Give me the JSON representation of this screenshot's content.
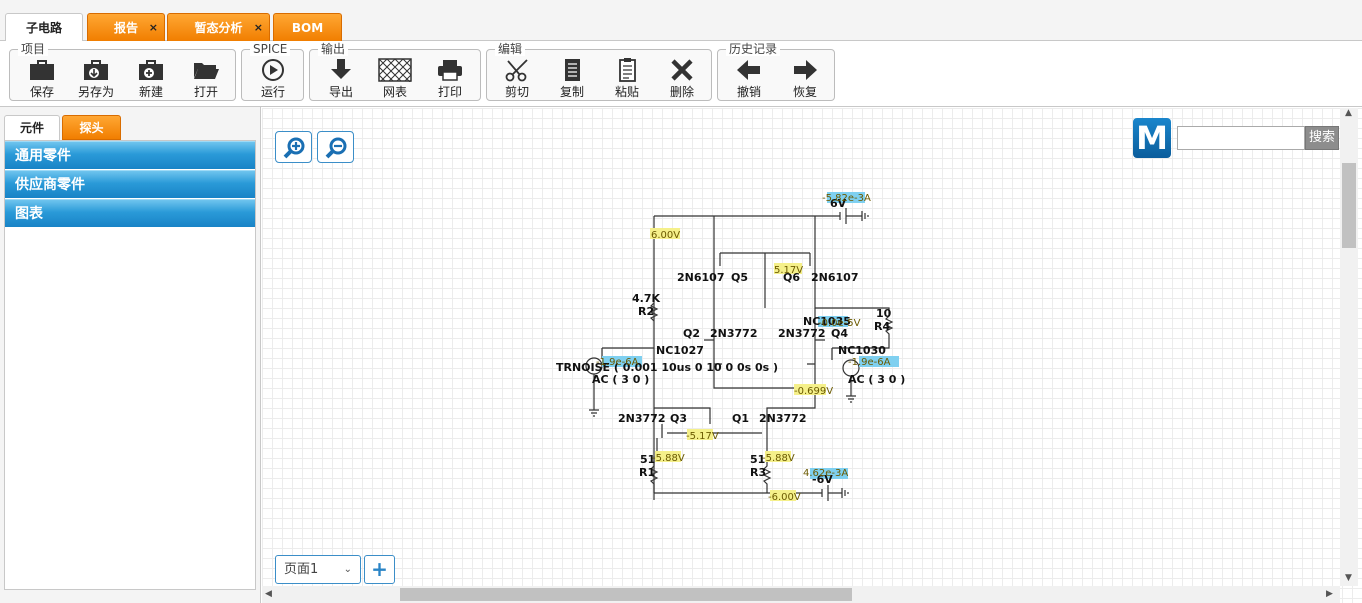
{
  "doc_tabs": {
    "subcircuit": "子电路",
    "report": "报告",
    "transient": "暂态分析",
    "bom": "BOM",
    "close_glyph": "×"
  },
  "toolbar": {
    "project": {
      "title": "项目",
      "save": "保存",
      "save_as": "另存为",
      "new": "新建",
      "open": "打开"
    },
    "spice": {
      "title": "SPICE",
      "run": "运行"
    },
    "output": {
      "title": "输出",
      "export": "导出",
      "netlist": "网表",
      "print": "打印"
    },
    "edit": {
      "title": "编辑",
      "cut": "剪切",
      "copy": "复制",
      "paste": "粘贴",
      "delete": "删除"
    },
    "history": {
      "title": "历史记录",
      "undo": "撤销",
      "redo": "恢复"
    }
  },
  "left_panel": {
    "tabs": {
      "parts": "元件",
      "probes": "探头"
    },
    "categories": [
      "通用零件",
      "供应商零件",
      "图表"
    ]
  },
  "search": {
    "logo": "M",
    "button": "搜索",
    "value": ""
  },
  "pages": {
    "current": "页面1",
    "caret": "⌄",
    "add": "+"
  },
  "schematic": {
    "components": {
      "q5_part": "2N6107",
      "q5_ref": "Q5",
      "q6_part": "2N6107",
      "q6_ref": "Q6",
      "q2_ref": "Q2",
      "q2_part": "2N3772",
      "q4_part": "2N3772",
      "q4_ref": "Q4",
      "q3_part": "2N3772",
      "q3_ref": "Q3",
      "q1_ref": "Q1",
      "q1_part": "2N3772",
      "r2_val": "4.7K",
      "r2_ref": "R2",
      "r4_val": "10",
      "r4_ref": "R4",
      "r1_val": "51",
      "r1_ref": "R1",
      "r3_val": "51",
      "r3_ref": "R3",
      "net_left": "NC1027",
      "net_right": "NC1030",
      "net_top": "NC1035",
      "src_left_fn": "TRNOISE ( 0.001 10us 0 10 0 0s 0s )",
      "src_left_ac": "AC ( 3 0 )",
      "src_right_ac": "AC ( 3 0 )",
      "vtop_val": "6V",
      "vbot_val": "-6V"
    },
    "probes": {
      "v_top": "6.00V",
      "v_q6": "5.17V",
      "v_q4": "-0.0e-5V",
      "v_mid": "-0.699V",
      "v_q3": "-5.17V",
      "v_r1": "-5.88V",
      "v_r3": "-5.88V",
      "v_bot": "-6.00V",
      "i_top": "-5.82e-3A",
      "i_bot": "4.62e-3A",
      "i_left": "-1.9e-6A",
      "i_right": "-1.9e-6A"
    }
  },
  "colors": {
    "accent_orange": "#f17e00",
    "accent_blue": "#1883c6",
    "probe_yellow": "#f5f08a",
    "probe_blue": "#7fd0f0"
  }
}
